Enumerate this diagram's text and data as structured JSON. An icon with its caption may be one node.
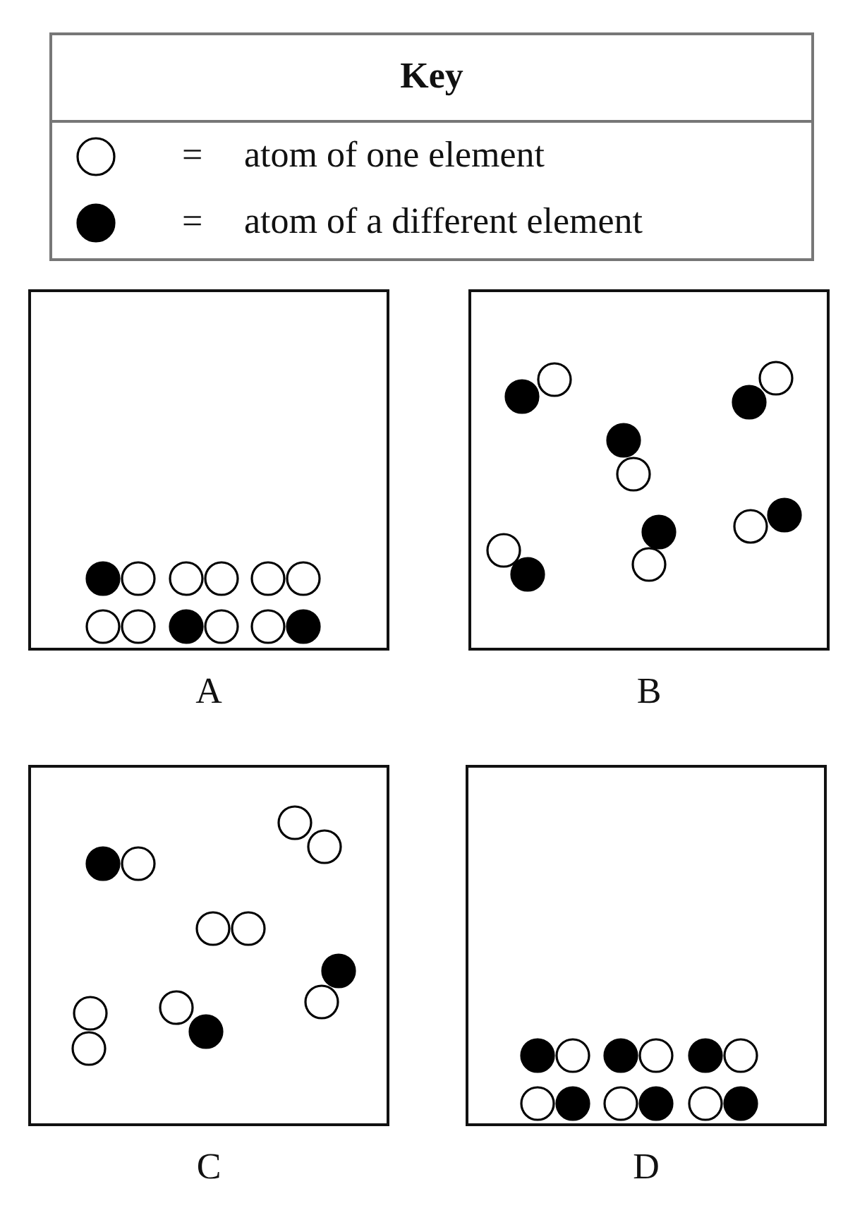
{
  "diagram": {
    "nodes": [
      {
        "text": [],
        "shape": "box",
        "beside": [
          "A"
        ]
      },
      {
        "text": [],
        "shape": "box",
        "beside": [
          "B"
        ]
      },
      {
        "text": [],
        "shape": "box",
        "beside": [
          "C"
        ]
      },
      {
        "text": [],
        "shape": "box",
        "beside": [
          "D"
        ]
      }
    ],
    "labels": [
      "Key",
      "=",
      "="
    ],
    "legend": [
      {
        "text": "atom of one element"
      },
      {
        "text": "atom of a different element"
      }
    ]
  }
}
